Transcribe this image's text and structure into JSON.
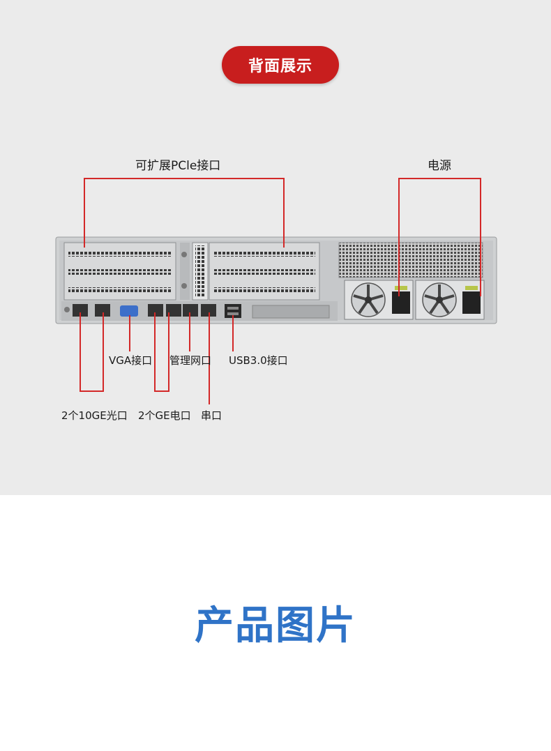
{
  "header": {
    "badge_label": "背面展示"
  },
  "callouts": {
    "pcie": "可扩展PCle接口",
    "power": "电源",
    "vga": "VGA接口",
    "mgmt": "管理网口",
    "usb": "USB3.0接口",
    "fiber": "2个10GE光口",
    "ge": "2个GE电口",
    "serial": "串口"
  },
  "footer": {
    "title": "产品图片"
  },
  "colors": {
    "accent_red": "#c81e1e",
    "title_blue": "#2f73c7",
    "line_red": "#d32828"
  },
  "icons": [
    "server-rear-panel-illustration",
    "power-supply-fan-icon",
    "rj45-port-icon",
    "vga-port-icon",
    "usb-port-icon"
  ]
}
